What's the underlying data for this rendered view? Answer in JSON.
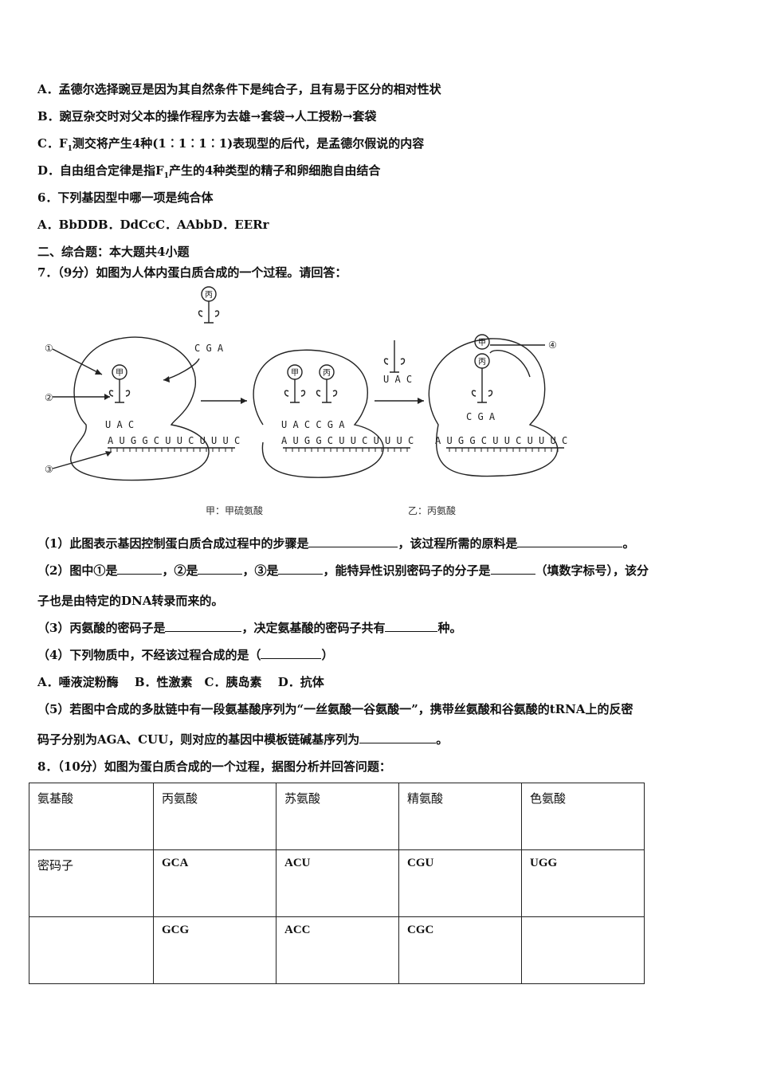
{
  "options_q5": {
    "A": "A．孟德尔选择豌豆是因为其自然条件下是纯合子，且有易于区分的相对性状",
    "B": "B．豌豆杂交时对父本的操作程序为去雄→套袋→人工授粉→套袋",
    "C_pre": "C．F",
    "C_sub": "1",
    "C_post": "测交将产生4种(1︰1︰1︰1)表现型的后代，是孟德尔假说的内容",
    "D_pre": "D．自由组合定律是指F",
    "D_sub": "1",
    "D_post": "产生的4种类型的精子和卵细胞自由结合"
  },
  "q6": {
    "stem": "6．下列基因型中哪一项是纯合体",
    "options": "A．BbDDB．DdCcC．AAbbD．EERr"
  },
  "section2": "二、综合题：本大题共4小题",
  "q7": {
    "stem": "7．（9分）如图为人体内蛋白质合成的一个过程。请回答：",
    "figure": {
      "label1": "①",
      "label2": "②",
      "label3": "③",
      "label4": "④",
      "jia": "甲",
      "bing": "丙",
      "cga": "C G A",
      "uac": "U A C",
      "uaccga": "U A C C G A",
      "mrna": "A U G G C U U C U U U C",
      "legend_jia": "甲：甲硫氨酸",
      "legend_yi": "乙：丙氨酸"
    },
    "p1a": "（1）此图表示基因控制蛋白质合成过程中的步骤是",
    "p1b": "，该过程所需的原料是",
    "p1c": "。",
    "p2a": "（2）图中①是",
    "p2b": "，②是",
    "p2c": "，③是",
    "p2d": "，能特异性识别密码子的分子是",
    "p2e": "（填数字标号），该分",
    "p2f": "子也是由特定的DNA转录而来的。",
    "p3a": "（3）丙氨酸的密码子是",
    "p3b": "，决定氨基酸的密码子共有",
    "p3c": "种。",
    "p4a": "（4）下列物质中，不经该过程合成的是（",
    "p4b": "）",
    "p4opts": "A．唾液淀粉酶　 B．性激素　C．胰岛素　 D．抗体",
    "p5a": "（5）若图中合成的多肽链中有一段氨基酸序列为“一丝氨酸一谷氨酸一”，携带丝氨酸和谷氨酸的tRNA上的反密",
    "p5b": "码子分别为AGA、CUU，则对应的基因中模板链碱基序列为",
    "p5c": "。"
  },
  "q8": {
    "stem": "8．（10分）如图为蛋白质合成的一个过程，据图分析并回答问题：",
    "table": [
      [
        "氨基酸",
        "丙氨酸",
        "苏氨酸",
        "精氨酸",
        "色氨酸"
      ],
      [
        "密码子",
        "GCA",
        "ACU",
        "CGU",
        "UGG"
      ],
      [
        "",
        "GCG",
        "ACC",
        "CGC",
        ""
      ]
    ]
  }
}
